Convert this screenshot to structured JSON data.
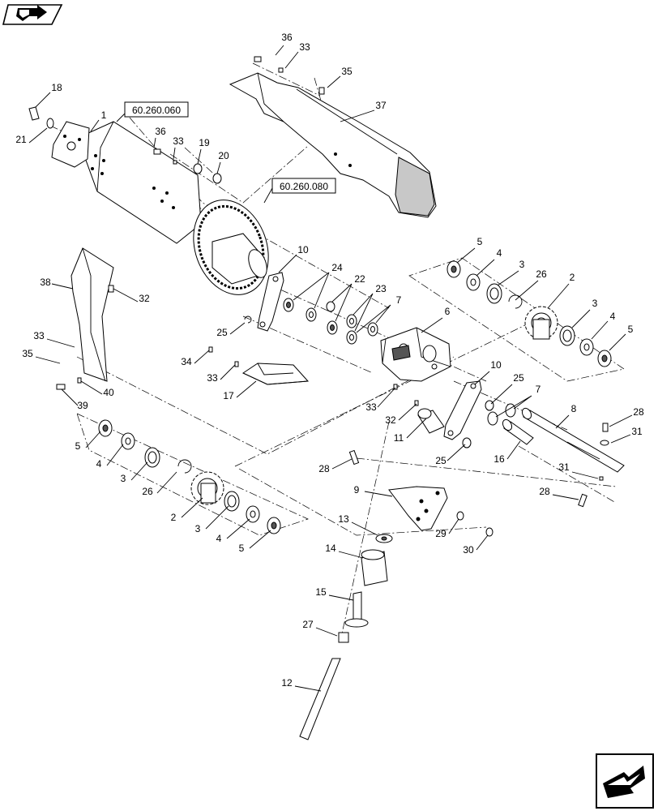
{
  "references": [
    {
      "id": "ref-60-260-060",
      "text": "60.260.060"
    },
    {
      "id": "ref-60-260-080",
      "text": "60.260.080"
    }
  ],
  "callouts": [
    {
      "id": "c-36a",
      "text": "36"
    },
    {
      "id": "c-33a",
      "text": "33"
    },
    {
      "id": "c-35a",
      "text": "35"
    },
    {
      "id": "c-37",
      "text": "37"
    },
    {
      "id": "c-18",
      "text": "18"
    },
    {
      "id": "c-1",
      "text": "1"
    },
    {
      "id": "c-21",
      "text": "21"
    },
    {
      "id": "c-36b",
      "text": "36"
    },
    {
      "id": "c-33b",
      "text": "33"
    },
    {
      "id": "c-19",
      "text": "19"
    },
    {
      "id": "c-20",
      "text": "20"
    },
    {
      "id": "c-10a",
      "text": "10"
    },
    {
      "id": "c-5a",
      "text": "5"
    },
    {
      "id": "c-4a",
      "text": "4"
    },
    {
      "id": "c-3a",
      "text": "3"
    },
    {
      "id": "c-26a",
      "text": "26"
    },
    {
      "id": "c-2a",
      "text": "2"
    },
    {
      "id": "c-3b",
      "text": "3"
    },
    {
      "id": "c-4b",
      "text": "4"
    },
    {
      "id": "c-5b",
      "text": "5"
    },
    {
      "id": "c-24",
      "text": "24"
    },
    {
      "id": "c-22",
      "text": "22"
    },
    {
      "id": "c-23",
      "text": "23"
    },
    {
      "id": "c-7a",
      "text": "7"
    },
    {
      "id": "c-6",
      "text": "6"
    },
    {
      "id": "c-38",
      "text": "38"
    },
    {
      "id": "c-32a",
      "text": "32"
    },
    {
      "id": "c-25a",
      "text": "25"
    },
    {
      "id": "c-33c",
      "text": "33"
    },
    {
      "id": "c-35b",
      "text": "35"
    },
    {
      "id": "c-34",
      "text": "34"
    },
    {
      "id": "c-33d",
      "text": "33"
    },
    {
      "id": "c-17",
      "text": "17"
    },
    {
      "id": "c-39",
      "text": "39"
    },
    {
      "id": "c-40",
      "text": "40"
    },
    {
      "id": "c-10b",
      "text": "10"
    },
    {
      "id": "c-25b",
      "text": "25"
    },
    {
      "id": "c-7b",
      "text": "7"
    },
    {
      "id": "c-33e",
      "text": "33"
    },
    {
      "id": "c-32b",
      "text": "32"
    },
    {
      "id": "c-8",
      "text": "8"
    },
    {
      "id": "c-28a",
      "text": "28"
    },
    {
      "id": "c-31a",
      "text": "31"
    },
    {
      "id": "c-11",
      "text": "11"
    },
    {
      "id": "c-25c",
      "text": "25"
    },
    {
      "id": "c-16",
      "text": "16"
    },
    {
      "id": "c-5c",
      "text": "5"
    },
    {
      "id": "c-4c",
      "text": "4"
    },
    {
      "id": "c-3c",
      "text": "3"
    },
    {
      "id": "c-26b",
      "text": "26"
    },
    {
      "id": "c-28b",
      "text": "28"
    },
    {
      "id": "c-31b",
      "text": "31"
    },
    {
      "id": "c-28c",
      "text": "28"
    },
    {
      "id": "c-9",
      "text": "9"
    },
    {
      "id": "c-2b",
      "text": "2"
    },
    {
      "id": "c-3d",
      "text": "3"
    },
    {
      "id": "c-4d",
      "text": "4"
    },
    {
      "id": "c-5d",
      "text": "5"
    },
    {
      "id": "c-13",
      "text": "13"
    },
    {
      "id": "c-29",
      "text": "29"
    },
    {
      "id": "c-30",
      "text": "30"
    },
    {
      "id": "c-14",
      "text": "14"
    },
    {
      "id": "c-15",
      "text": "15"
    },
    {
      "id": "c-27",
      "text": "27"
    },
    {
      "id": "c-12",
      "text": "12"
    }
  ],
  "icons": {
    "top_left": "nav-back-icon",
    "bottom_right": "nav-forward-icon"
  }
}
